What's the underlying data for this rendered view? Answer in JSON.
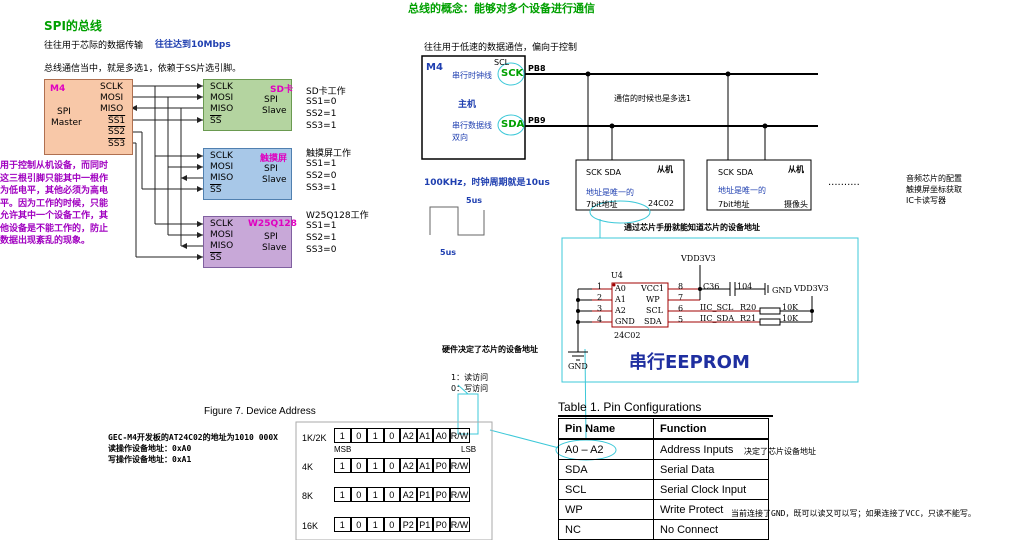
{
  "title": "总线的概念：能够对多个设备进行通信",
  "spi": {
    "heading": "SPI的总线",
    "sub1": "往往用于芯际的数据传输",
    "sub2": "往往达到10Mbps",
    "note": "总线通信当中，就是多选1，依赖于SS片选引脚。",
    "master": {
      "name": "M4",
      "lines": [
        "SPI",
        "Master"
      ],
      "pins": [
        "SCLK",
        "MOSI",
        "MISO",
        "SS1",
        "SS2",
        "SS3"
      ]
    },
    "slaves": [
      {
        "tag": "SD卡",
        "pins": [
          "SCLK",
          "MOSI",
          "MISO",
          "SS"
        ],
        "label": [
          "SPI",
          "Slave"
        ],
        "status_title": "SD卡工作",
        "status": [
          "SS1=0",
          "SS2=1",
          "SS3=1"
        ]
      },
      {
        "tag": "触摸屏",
        "pins": [
          "SCLK",
          "MOSI",
          "MISO",
          "SS"
        ],
        "label": [
          "SPI",
          "Slave"
        ],
        "status_title": "触摸屏工作",
        "status": [
          "SS1=1",
          "SS2=0",
          "SS3=1"
        ]
      },
      {
        "tag": "W25Q128",
        "pins": [
          "SCLK",
          "MOSI",
          "MISO",
          "SS"
        ],
        "label": [
          "SPI",
          "Slave"
        ],
        "status_title": "W25Q128工作",
        "status": [
          "SS1=1",
          "SS2=1",
          "SS3=0"
        ]
      }
    ],
    "side_note": [
      "用于控制从机设备，而同时",
      "这三根引脚只能其中一根作",
      "为低电平，其他必须为高电",
      "平。因为工作的时候，只能",
      "允许其中一个设备工作，其",
      "他设备是不能工作的，防止",
      "数据出现紊乱的现象。"
    ]
  },
  "iic": {
    "sub": "往往用于低速的数据通信，偏向于控制",
    "m4": "M4",
    "scl": "SCL",
    "sck": "SCK",
    "clk_label": "串行时钟线",
    "host": "主机",
    "data_label": [
      "串行数据线",
      "双向"
    ],
    "sda": "SDA",
    "pb8": "PB8",
    "pb9": "PB9",
    "bus_note": "通信的时候也是多选1",
    "slave1": {
      "pins": "SCK   SDA",
      "tag": "从机",
      "addr": "地址是唯一的",
      "bits": "7bit地址",
      "chip": "24C02"
    },
    "slave2": {
      "pins": "SCK   SDA",
      "tag": "从机",
      "addr": "地址是唯一的",
      "bits": "7bit地址",
      "chip": "摄像头"
    },
    "dots": "..........",
    "right_note": [
      "音频芯片的配置",
      "触摸屏坐标获取",
      "IC卡读写器"
    ],
    "speed": "100KHz，时钟周期就是10us",
    "us1": "5us",
    "us2": "5us",
    "manual_note": "通过芯片手册就能知道芯片的设备地址"
  },
  "eeprom": {
    "vdd": "VDD3V3",
    "vdd2": "VDD3V3",
    "u4": "U4",
    "pins_left": [
      "A0",
      "A1",
      "A2",
      "GND"
    ],
    "pins_right": [
      "VCC1",
      "WP",
      "SCL",
      "SDA"
    ],
    "nums_left": [
      "1",
      "2",
      "3",
      "4"
    ],
    "nums_right": [
      "8",
      "7",
      "6",
      "5"
    ],
    "part": "24C02",
    "c36": "C36",
    "c104": "104",
    "gnd": "GND",
    "gnd2": "GND",
    "iic_scl": "IIC_SCL",
    "iic_sda": "IIC_SDA",
    "r20": "R20",
    "r21": "R21",
    "k1": "10K",
    "k2": "10K",
    "big": "串行EEPROM"
  },
  "hw_note": "硬件决定了芯片的设备地址",
  "rw_note": [
    "1：读访问",
    "0：写访问"
  ],
  "fig7": {
    "title": "Figure 7.  Device Address",
    "board_note": [
      "GEC-M4开发板的AT24C02的地址为1010 000X",
      "读操作设备地址：0xA0",
      "写操作设备地址：0xA1"
    ],
    "rows": [
      {
        "size": "1K/2K",
        "bits": [
          "1",
          "0",
          "1",
          "0",
          "A2",
          "A1",
          "A0",
          "R/W"
        ]
      },
      {
        "size": "4K",
        "bits": [
          "1",
          "0",
          "1",
          "0",
          "A2",
          "A1",
          "P0",
          "R/W"
        ]
      },
      {
        "size": "8K",
        "bits": [
          "1",
          "0",
          "1",
          "0",
          "A2",
          "P1",
          "P0",
          "R/W"
        ]
      },
      {
        "size": "16K",
        "bits": [
          "1",
          "0",
          "1",
          "0",
          "P2",
          "P1",
          "P0",
          "R/W"
        ]
      }
    ],
    "msb": "MSB",
    "lsb": "LSB"
  },
  "table1": {
    "title": "Table 1.  Pin Configurations",
    "headers": [
      "Pin Name",
      "Function"
    ],
    "rows": [
      {
        "pin": "A0 – A2",
        "func": "Address Inputs",
        "note": "决定了芯片设备地址"
      },
      {
        "pin": "SDA",
        "func": "Serial Data",
        "note": ""
      },
      {
        "pin": "SCL",
        "func": "Serial Clock Input",
        "note": ""
      },
      {
        "pin": "WP",
        "func": "Write Protect",
        "note": "当前连接了GND，既可以读又可以写；如果连接了VCC，只读不能写。"
      },
      {
        "pin": "NC",
        "func": "No Connect",
        "note": ""
      }
    ]
  }
}
